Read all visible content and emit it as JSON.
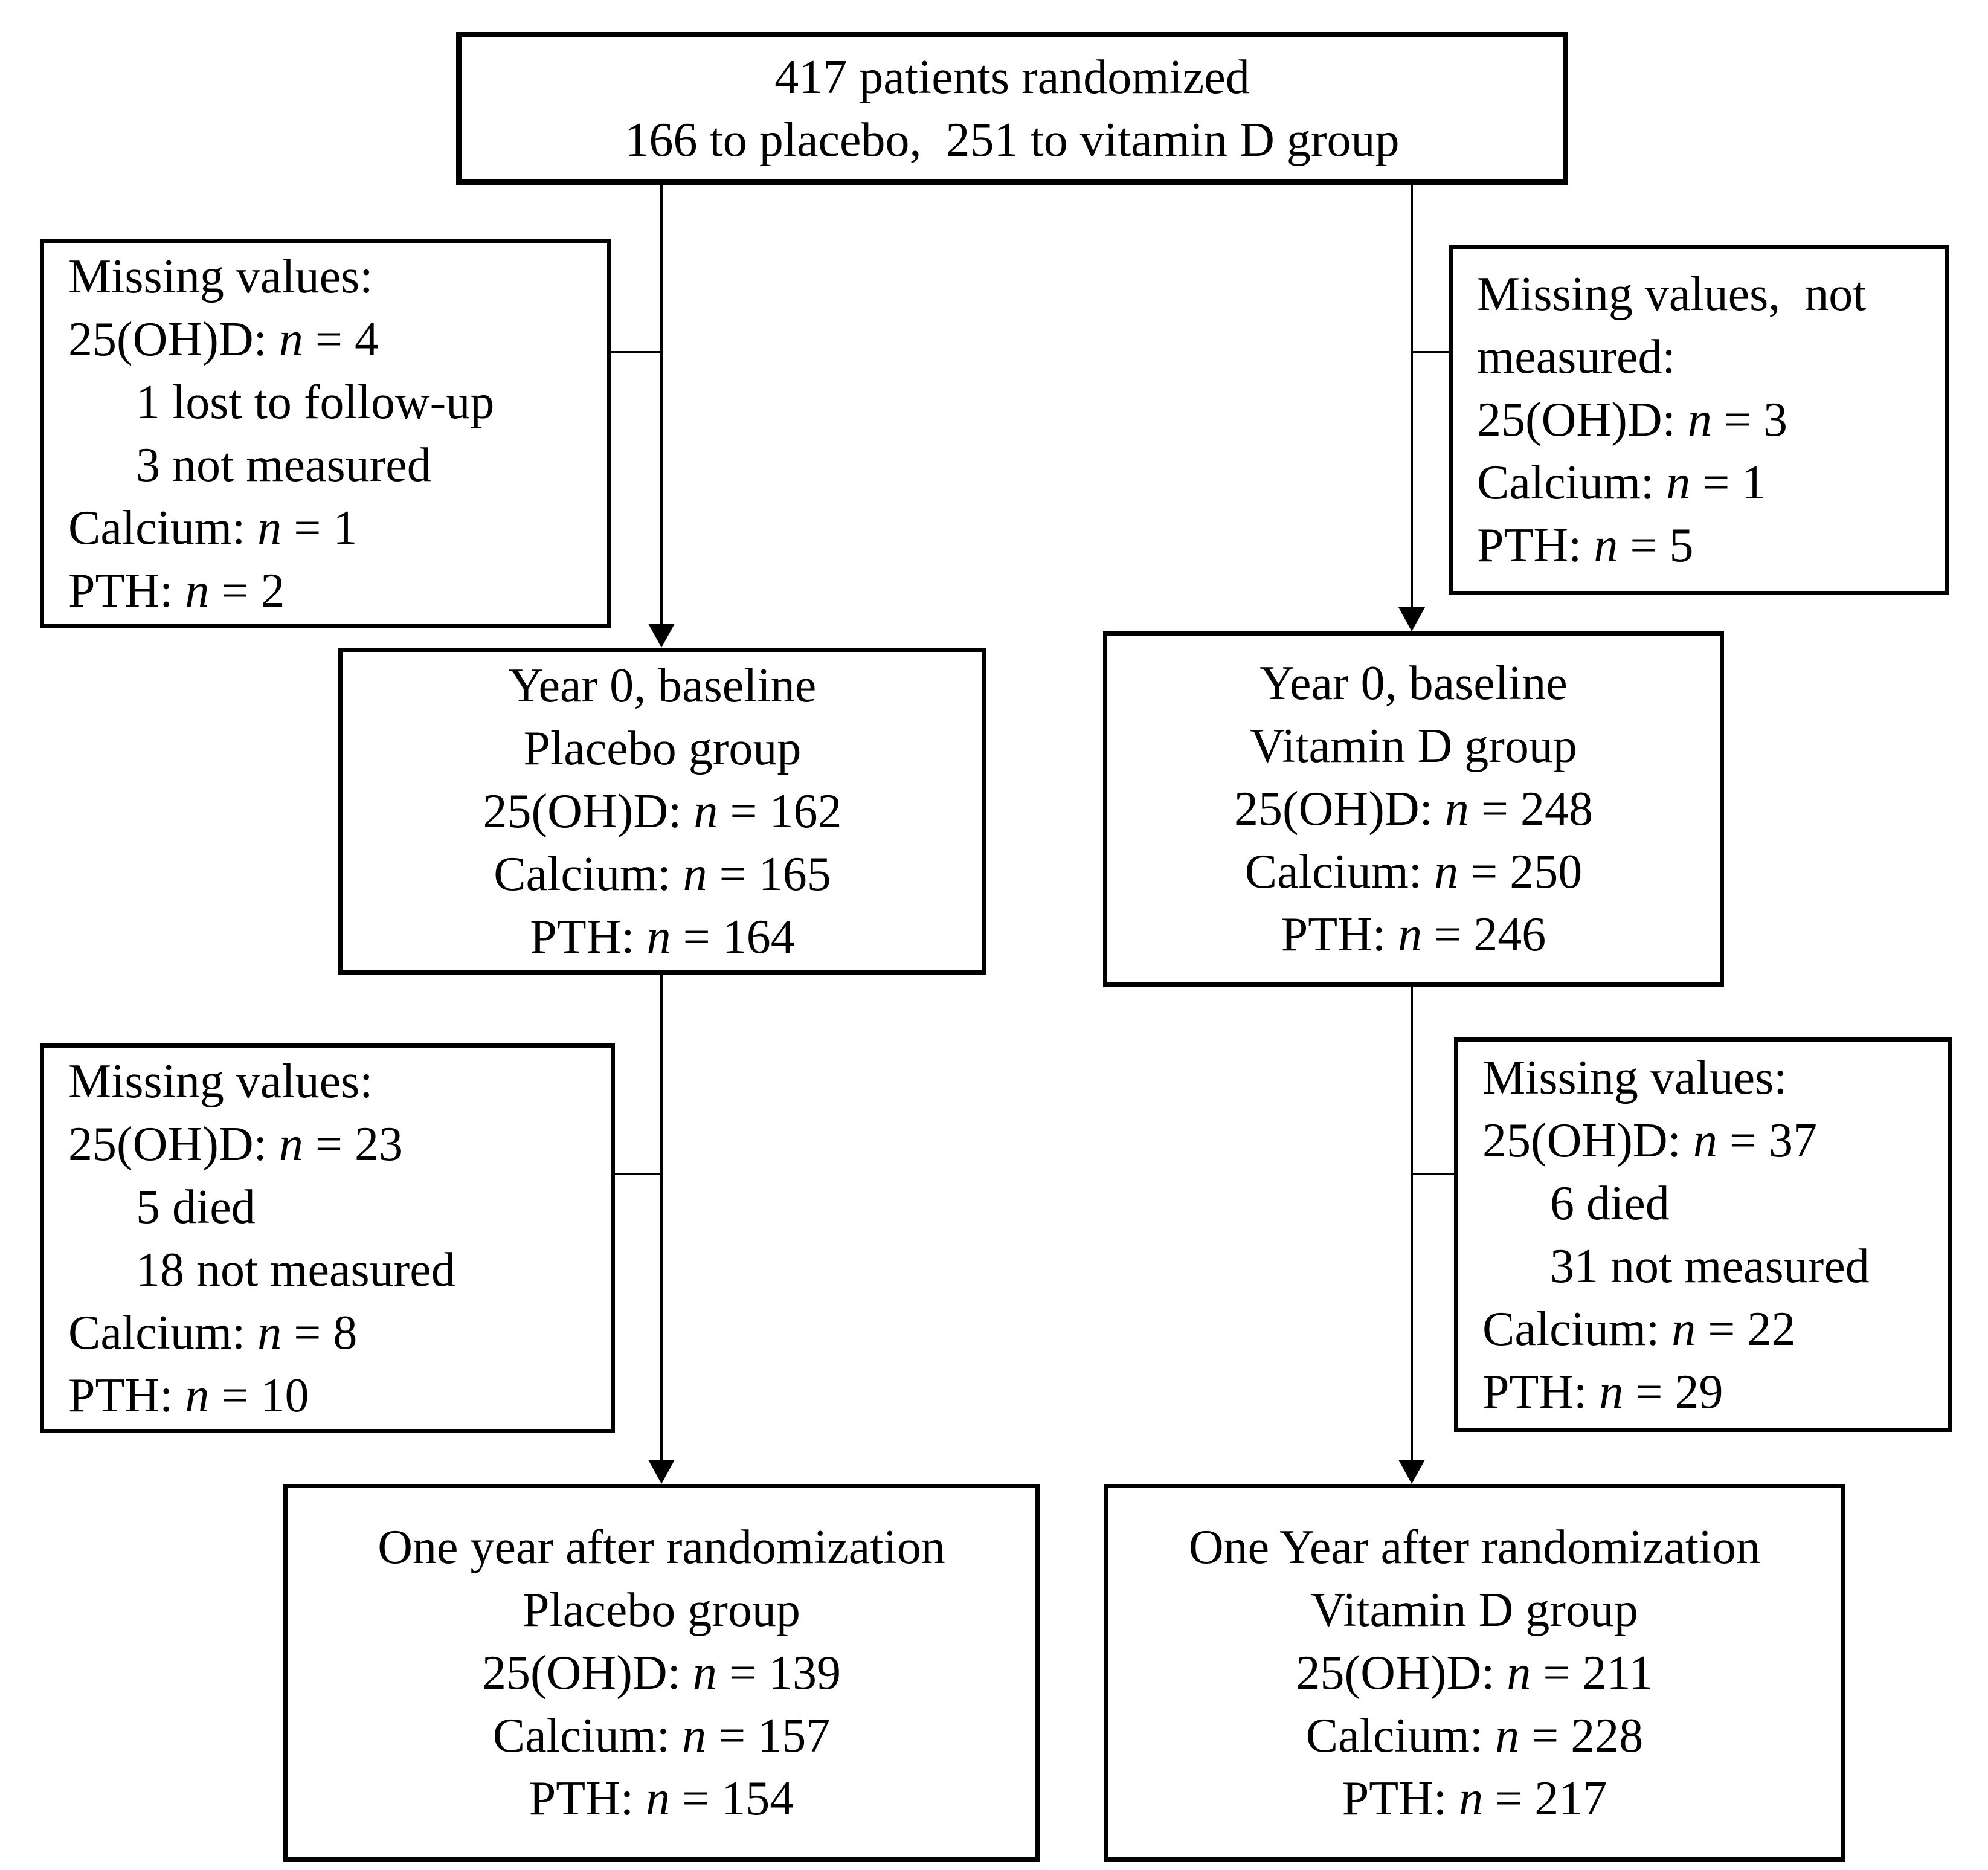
{
  "diagram": {
    "colors": {
      "background": "#ffffff",
      "line": "#000000",
      "text": "#000000"
    },
    "boxes": {
      "randomized": {
        "align": "center",
        "lines": [
          {
            "segments": [
              {
                "text": "417 patients randomized"
              }
            ]
          },
          {
            "segments": [
              {
                "text": "166 to placebo,  251 to vitamin D group"
              }
            ]
          }
        ]
      },
      "missing_baseline_placebo": {
        "align": "left",
        "lines": [
          {
            "segments": [
              {
                "text": "Missing values:"
              }
            ]
          },
          {
            "segments": [
              {
                "text": "25(OH)D: "
              },
              {
                "text": "n",
                "italic": true
              },
              {
                "text": " = 4"
              }
            ]
          },
          {
            "indent": true,
            "segments": [
              {
                "text": "1 lost to follow-up"
              }
            ]
          },
          {
            "indent": true,
            "segments": [
              {
                "text": "3 not measured"
              }
            ]
          },
          {
            "segments": [
              {
                "text": "Calcium: "
              },
              {
                "text": "n",
                "italic": true
              },
              {
                "text": " = 1"
              }
            ]
          },
          {
            "segments": [
              {
                "text": "PTH: "
              },
              {
                "text": "n",
                "italic": true
              },
              {
                "text": " = 2"
              }
            ]
          }
        ]
      },
      "missing_baseline_vitamind": {
        "align": "left",
        "lines": [
          {
            "segments": [
              {
                "text": "Missing values,  not"
              }
            ]
          },
          {
            "segments": [
              {
                "text": "measured:"
              }
            ]
          },
          {
            "segments": [
              {
                "text": "25(OH)D: "
              },
              {
                "text": "n",
                "italic": true
              },
              {
                "text": " = 3"
              }
            ]
          },
          {
            "segments": [
              {
                "text": "Calcium: "
              },
              {
                "text": "n",
                "italic": true
              },
              {
                "text": " = 1"
              }
            ]
          },
          {
            "segments": [
              {
                "text": "PTH: "
              },
              {
                "text": "n",
                "italic": true
              },
              {
                "text": " = 5"
              }
            ]
          }
        ]
      },
      "year0_placebo": {
        "align": "center",
        "lines": [
          {
            "segments": [
              {
                "text": "Year 0, baseline"
              }
            ]
          },
          {
            "segments": [
              {
                "text": "Placebo group"
              }
            ]
          },
          {
            "segments": [
              {
                "text": "25(OH)D: "
              },
              {
                "text": "n",
                "italic": true
              },
              {
                "text": " = 162"
              }
            ]
          },
          {
            "segments": [
              {
                "text": "Calcium: "
              },
              {
                "text": "n",
                "italic": true
              },
              {
                "text": " = 165"
              }
            ]
          },
          {
            "segments": [
              {
                "text": "PTH: "
              },
              {
                "text": "n",
                "italic": true
              },
              {
                "text": " = 164"
              }
            ]
          }
        ]
      },
      "year0_vitamind": {
        "align": "center",
        "lines": [
          {
            "segments": [
              {
                "text": "Year 0, baseline"
              }
            ]
          },
          {
            "segments": [
              {
                "text": "Vitamin D group"
              }
            ]
          },
          {
            "segments": [
              {
                "text": "25(OH)D: "
              },
              {
                "text": "n",
                "italic": true
              },
              {
                "text": " = 248"
              }
            ]
          },
          {
            "segments": [
              {
                "text": "Calcium: "
              },
              {
                "text": "n",
                "italic": true
              },
              {
                "text": " = 250"
              }
            ]
          },
          {
            "segments": [
              {
                "text": "PTH: "
              },
              {
                "text": "n",
                "italic": true
              },
              {
                "text": " = 246"
              }
            ]
          }
        ]
      },
      "missing_oneyear_placebo": {
        "align": "left",
        "lines": [
          {
            "segments": [
              {
                "text": "Missing values:"
              }
            ]
          },
          {
            "segments": [
              {
                "text": "25(OH)D: "
              },
              {
                "text": "n",
                "italic": true
              },
              {
                "text": " = 23"
              }
            ]
          },
          {
            "indent": true,
            "segments": [
              {
                "text": "5 died"
              }
            ]
          },
          {
            "indent": true,
            "segments": [
              {
                "text": "18 not measured"
              }
            ]
          },
          {
            "segments": [
              {
                "text": "Calcium: "
              },
              {
                "text": "n",
                "italic": true
              },
              {
                "text": " = 8"
              }
            ]
          },
          {
            "segments": [
              {
                "text": "PTH: "
              },
              {
                "text": "n",
                "italic": true
              },
              {
                "text": " = 10"
              }
            ]
          }
        ]
      },
      "missing_oneyear_vitamind": {
        "align": "left",
        "lines": [
          {
            "segments": [
              {
                "text": "Missing values:"
              }
            ]
          },
          {
            "segments": [
              {
                "text": "25(OH)D: "
              },
              {
                "text": "n",
                "italic": true
              },
              {
                "text": " = 37"
              }
            ]
          },
          {
            "indent": true,
            "segments": [
              {
                "text": "6 died"
              }
            ]
          },
          {
            "indent": true,
            "segments": [
              {
                "text": "31 not measured"
              }
            ]
          },
          {
            "segments": [
              {
                "text": "Calcium: "
              },
              {
                "text": "n",
                "italic": true
              },
              {
                "text": " = 22"
              }
            ]
          },
          {
            "segments": [
              {
                "text": "PTH: "
              },
              {
                "text": "n",
                "italic": true
              },
              {
                "text": " = 29"
              }
            ]
          }
        ]
      },
      "oneyear_placebo": {
        "align": "center",
        "lines": [
          {
            "segments": [
              {
                "text": "One year after randomization"
              }
            ]
          },
          {
            "segments": [
              {
                "text": "Placebo group"
              }
            ]
          },
          {
            "segments": [
              {
                "text": "25(OH)D: "
              },
              {
                "text": "n",
                "italic": true
              },
              {
                "text": " = 139"
              }
            ]
          },
          {
            "segments": [
              {
                "text": "Calcium: "
              },
              {
                "text": "n",
                "italic": true
              },
              {
                "text": " = 157"
              }
            ]
          },
          {
            "segments": [
              {
                "text": "PTH: "
              },
              {
                "text": "n",
                "italic": true
              },
              {
                "text": " = 154"
              }
            ]
          }
        ]
      },
      "oneyear_vitamind": {
        "align": "center",
        "lines": [
          {
            "segments": [
              {
                "text": "One Year after randomization"
              }
            ]
          },
          {
            "segments": [
              {
                "text": "Vitamin D group"
              }
            ]
          },
          {
            "segments": [
              {
                "text": "25(OH)D: "
              },
              {
                "text": "n",
                "italic": true
              },
              {
                "text": " = 211"
              }
            ]
          },
          {
            "segments": [
              {
                "text": "Calcium: "
              },
              {
                "text": "n",
                "italic": true
              },
              {
                "text": " = 228"
              }
            ]
          },
          {
            "segments": [
              {
                "text": "PTH: "
              },
              {
                "text": "n",
                "italic": true
              },
              {
                "text": " = 217"
              }
            ]
          }
        ]
      }
    }
  }
}
